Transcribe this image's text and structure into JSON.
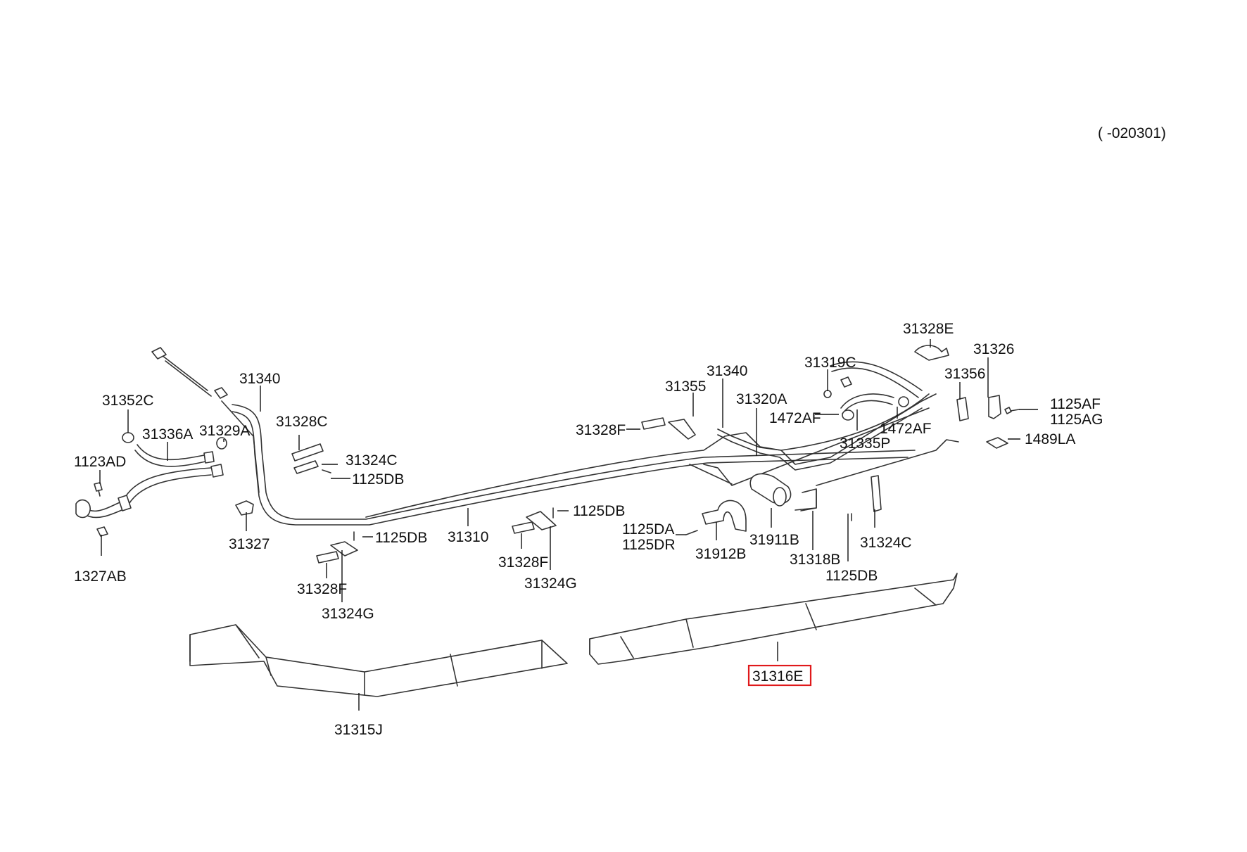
{
  "header": {
    "date_range": "( -020301)"
  },
  "labels": {
    "l31352C": "31352C",
    "l31336A": "31336A",
    "l31329A": "31329A",
    "l1123AD": "1123AD",
    "l1327AB": "1327AB",
    "l31340a": "31340",
    "l31328C": "31328C",
    "l31324C_a": "31324C",
    "l1125DB_a": "1125DB",
    "l31327": "31327",
    "l1125DB_b": "1125DB",
    "l31328F_a": "31328F",
    "l31324G_a": "31324G",
    "l31310": "31310",
    "l1125DB_c": "1125DB",
    "l31328F_b": "31328F",
    "l31324G_b": "31324G",
    "l31355": "31355",
    "l31328F_c": "31328F",
    "l31340b": "31340",
    "l31320A": "31320A",
    "l1125DA": "1125DA",
    "l1125DR": "1125DR",
    "l31912B": "31912B",
    "l31911B": "31911B",
    "l31318B": "31318B",
    "l31319C": "31319C",
    "l1472AF_a": "1472AF",
    "l1472AF_b": "1472AF",
    "l31335P": "31335P",
    "l31328E": "31328E",
    "l31326": "31326",
    "l31356": "31356",
    "l1125AF": "1125AF",
    "l1125AG": "1125AG",
    "l1489LA": "1489LA",
    "l31324C_b": "31324C",
    "l1125DB_d": "1125DB",
    "l31315J": "31315J",
    "l31316E": "31316E"
  },
  "highlight": {
    "part_number": "31316E",
    "color": "#e0191b"
  }
}
